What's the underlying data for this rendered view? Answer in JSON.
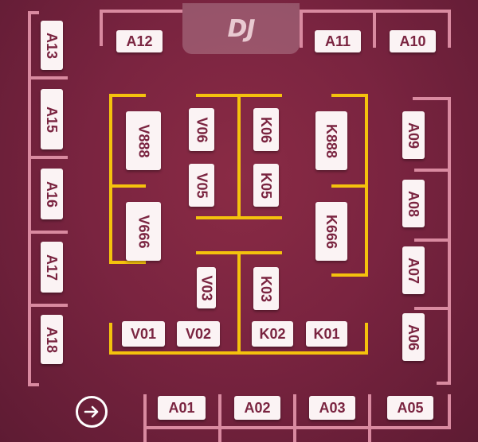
{
  "stage": {
    "label": "DJ"
  },
  "colors": {
    "background": "#7a2440",
    "frame": "#d98aa0",
    "stage_lines": "#f4c20d",
    "table_bg": "#fbf3f4",
    "table_text": "#7a2440"
  },
  "tables": {
    "a01": "A01",
    "a02": "A02",
    "a03": "A03",
    "a05": "A05",
    "a06": "A06",
    "a07": "A07",
    "a08": "A08",
    "a09": "A09",
    "a10": "A10",
    "a11": "A11",
    "a12": "A12",
    "a13": "A13",
    "a15": "A15",
    "a16": "A16",
    "a17": "A17",
    "a18": "A18",
    "v888": "V888",
    "v666": "V666",
    "v06": "V06",
    "v05": "V05",
    "v03": "V03",
    "k06": "K06",
    "k05": "K05",
    "k03": "K03",
    "k888": "K888",
    "k666": "K666",
    "v01": "V01",
    "v02": "V02",
    "k02": "K02",
    "k01": "K01"
  },
  "nav": {
    "next_icon": "arrow-right-circle-icon"
  }
}
